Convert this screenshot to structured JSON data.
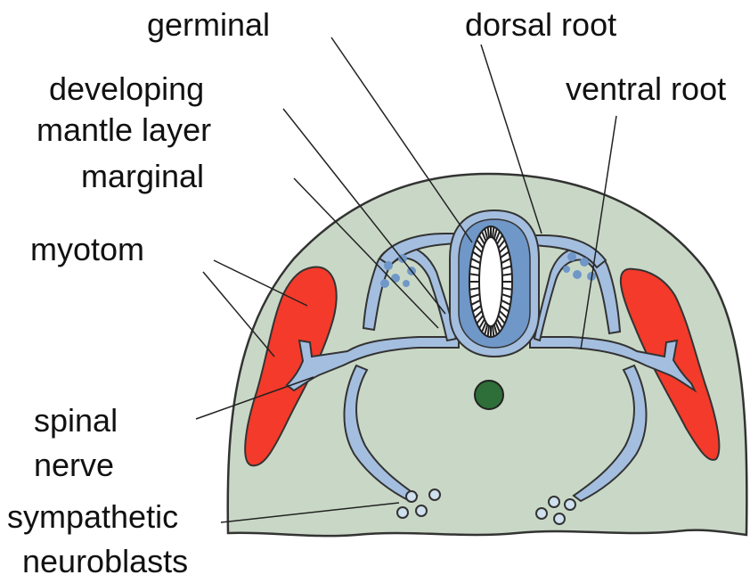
{
  "labels": {
    "germinal": "germinal",
    "dorsal_root": "dorsal root",
    "ventral_root": "ventral root",
    "developing": "developing",
    "mantle_layer": "mantle layer",
    "marginal": "marginal",
    "myotom": "myotom",
    "spinal": "spinal",
    "nerve": "nerve",
    "sympathetic": "sympathetic",
    "neuroblasts": "neuroblasts"
  },
  "colors": {
    "background_tissue": "#c9d8c6",
    "nerve_tissue": "#a4bedf",
    "mantle_layer": "#6f97c8",
    "myotome": "#f43a2a",
    "notochord": "#2e6e38",
    "outline": "#222222"
  }
}
